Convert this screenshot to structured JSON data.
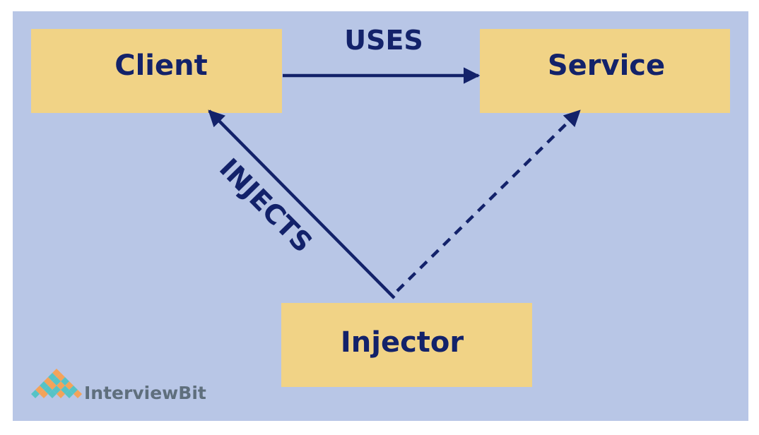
{
  "diagram": {
    "nodes": {
      "client": {
        "label": "Client"
      },
      "service": {
        "label": "Service"
      },
      "injector": {
        "label": "Injector"
      }
    },
    "edges": {
      "uses": {
        "label": "USES",
        "from": "Client",
        "to": "Service",
        "style": "solid"
      },
      "injects": {
        "label": "INJECTS",
        "from": "Injector",
        "to": "Client",
        "style": "solid"
      },
      "provides": {
        "label": "",
        "from": "Injector",
        "to": "Service",
        "style": "dashed"
      }
    }
  },
  "brand": {
    "name_interview": "Interview",
    "name_bit": "Bit",
    "colors": {
      "teal": "#56c3c6",
      "orange": "#f3a35a",
      "grey": "#5f6f7d"
    }
  },
  "colors": {
    "background": "#b8c6e6",
    "box": "#f1d386",
    "ink": "#13226a"
  }
}
